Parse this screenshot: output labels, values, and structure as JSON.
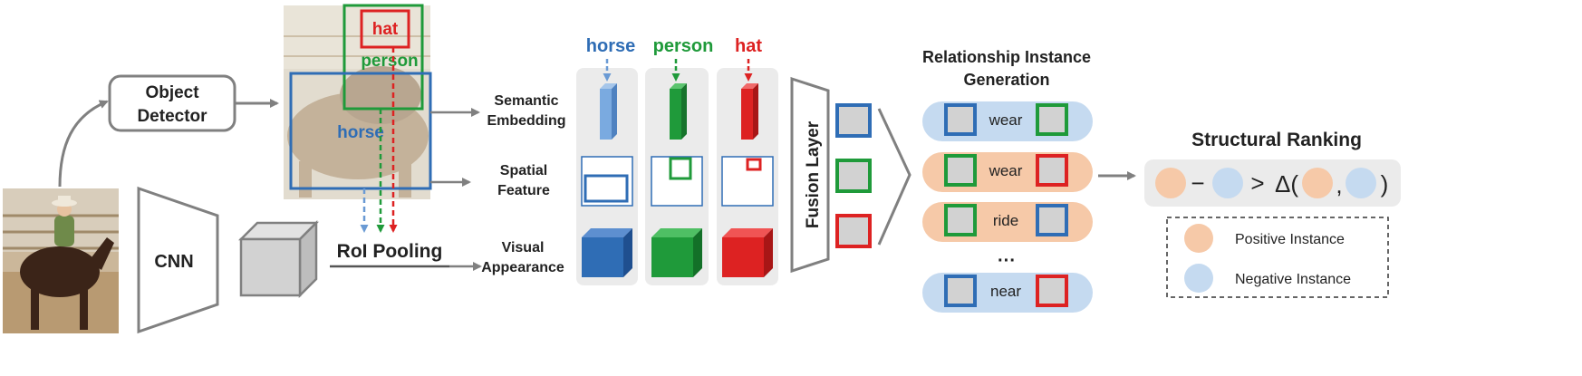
{
  "pipeline": {
    "object_detector": "Object Detector",
    "cnn": "CNN",
    "roi_pooling": "RoI Pooling",
    "fusion_layer": "Fusion Layer"
  },
  "detections": {
    "hat": "hat",
    "person": "person",
    "horse": "horse"
  },
  "feature_rows": {
    "semantic": [
      "Semantic",
      "Embedding"
    ],
    "spatial": [
      "Spatial",
      "Feature"
    ],
    "visual": [
      "Visual",
      "Appearance"
    ]
  },
  "columns": [
    {
      "label": "horse",
      "color": "#2f6db5"
    },
    {
      "label": "person",
      "color": "#1f9a3a"
    },
    {
      "label": "hat",
      "color": "#dd2222"
    }
  ],
  "relationship": {
    "title_lines": [
      "Relationship Instance",
      "Generation"
    ],
    "ellipsis": "···",
    "pills": [
      {
        "predicate": "wear",
        "polarity": "negative"
      },
      {
        "predicate": "wear",
        "polarity": "positive"
      },
      {
        "predicate": "ride",
        "polarity": "positive"
      },
      {
        "predicate": "near",
        "polarity": "negative"
      }
    ]
  },
  "ranking": {
    "title": "Structural Ranking",
    "minus": "−",
    "greater": ">",
    "delta_open": "Δ(",
    "comma": ",",
    "close": ")",
    "legend_positive": "Positive Instance",
    "legend_negative": "Negative Instance"
  },
  "colors": {
    "blue": "#2f6db5",
    "green": "#1f9a3a",
    "red": "#dd2222",
    "positive": "#f6c9a8",
    "negative": "#c5daf0",
    "panel": "#ebebeb",
    "arrow": "#808080"
  }
}
